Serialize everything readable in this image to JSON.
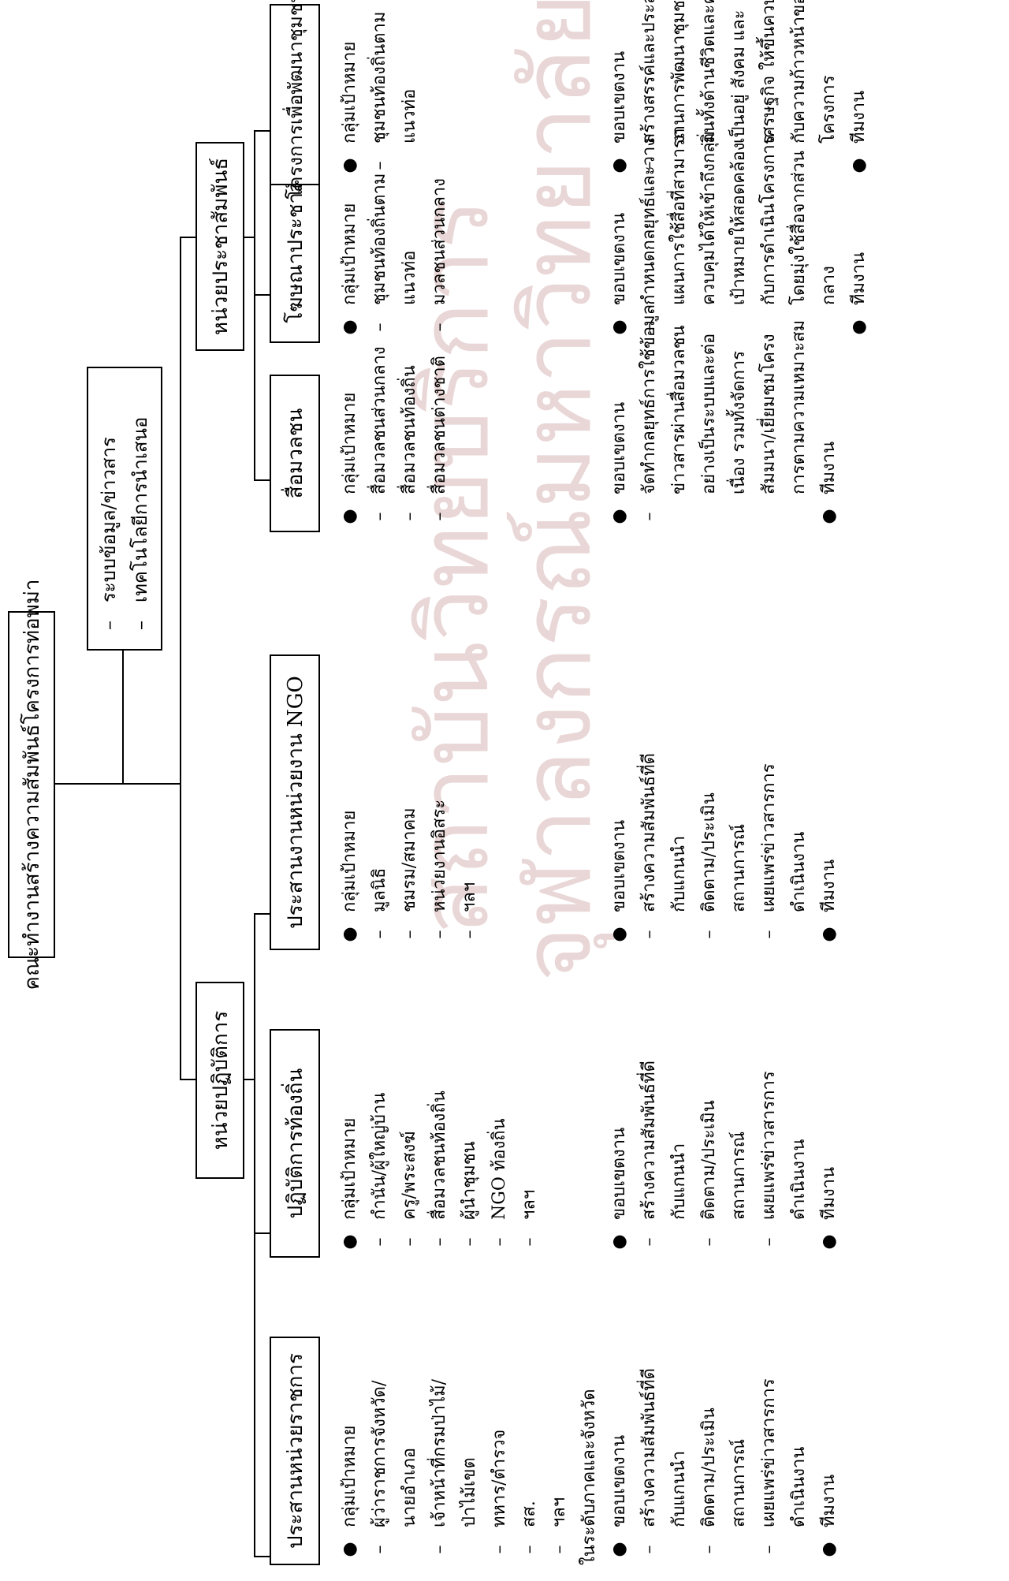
{
  "diagram": {
    "root": "คณะทำงานสร้างความสัมพันธ์โครงการท่อพม่า",
    "info_box": [
      "ระบบข้อมูล/ข่าวสาร",
      "เทคโนโลยีการนำเสนอ"
    ],
    "units": {
      "operations": "หน่วยปฏิบัติการ",
      "pr": "หน่วยประชาสัมพันธ์"
    },
    "teams": [
      {
        "title": "ประสานหน่วยราชการ",
        "target_label": "กลุ่มเป้าหมาย",
        "targets": [
          "ผู้ว่าราชการจังหวัด/",
          "นายอำเภอ",
          "เจ้าหน้าที่กรมป่าไม้/",
          "ป่าไม้เขต",
          "ทหาร/ตำรวจ",
          "สส.",
          "ฯลฯ",
          "ในระดับภาคและจังหวัด"
        ],
        "scope_label": "ขอบเขตงาน",
        "scope": [
          "สร้างความสัมพันธ์ที่ดี",
          "กับแกนนำ",
          "ติดตาม/ประเมิน",
          "สถานการณ์",
          "เผยแพร่ข่าวสารการ",
          "ดำเนินงาน"
        ],
        "team_label": "ทีมงาน"
      },
      {
        "title": "ปฏิบัติการท้องถิ่น",
        "target_label": "กลุ่มเป้าหมาย",
        "targets": [
          "กำนัน/ผู้ใหญ่บ้าน",
          "ครู/พระสงฆ์",
          "สื่อมวลชนท้องถิ่น",
          "ผู้นำชุมชน",
          "NGO ท้องถิ่น",
          "ฯลฯ"
        ],
        "scope_label": "ขอบเขตงาน",
        "scope": [
          "สร้างความสัมพันธ์ที่ดี",
          "กับแกนนำ",
          "ติดตาม/ประเมิน",
          "สถานการณ์",
          "เผยแพร่ข่าวสารการ",
          "ดำเนินงาน"
        ],
        "team_label": "ทีมงาน"
      },
      {
        "title": "ประสานงานหน่วยงาน NGO",
        "target_label": "กลุ่มเป้าหมาย",
        "targets": [
          "มูลนิธิ",
          "ชมรม/สมาคม",
          "หน่วยงานอิสระ",
          "ฯลฯ"
        ],
        "scope_label": "ขอบเขตงาน",
        "scope": [
          "สร้างความสัมพันธ์ที่ดี",
          "กับแกนนำ",
          "ติดตาม/ประเมิน",
          "สถานการณ์",
          "เผยแพร่ข่าวสารการ",
          "ดำเนินงาน"
        ],
        "team_label": "ทีมงาน"
      },
      {
        "title": "สื่อมวลชน",
        "target_label": "กลุ่มเป้าหมาย",
        "targets": [
          "สื่อมวลชนส่วนกลาง",
          "สื่อมวลชนท้องถิ่น",
          "สื่อมวลชนต่างชาติ"
        ],
        "scope_label": "ขอบเขตงาน",
        "scope": [
          "จัดทำกลยุทธ์การใช้ข้อมูล",
          "ข่าวสารผ่านสื่อมวลชน",
          "อย่างเป็นระบบและต่อ",
          "เนื่อง รวมทั้งจัดการ",
          "สัมมนา/เยี่ยมชมโครง",
          "การตามความเหมาะสม"
        ],
        "team_label": "ทีมงาน"
      },
      {
        "title": "โฆษณาประชาสัมพันธ์",
        "target_label": "กลุ่มเป้าหมาย",
        "targets": [
          "ชุมชนท้องถิ่นตาม",
          "แนวท่อ",
          "มวลชนส่วนกลาง"
        ],
        "scope_label": "ขอบเขตงาน",
        "scope": [
          "กำหนดกลยุทธ์และวาง",
          "แผนการใช้สื่อที่สามารถ",
          "ควบคุมได้ให้เข้าถึงกลุ่ม",
          "เป้าหมายให้สอดคล้อง",
          "กับการดำเนินโครงการ",
          "โดยมุ่งใช้สื่อจากส่วน",
          "กลาง"
        ],
        "team_label": "ทีมงาน"
      },
      {
        "title": "โครงการเพื่อพัฒนาชุมชน",
        "target_label": "กลุ่มเป้าหมาย",
        "targets": [
          "ชุมชนท้องถิ่นตาม",
          "แนวท่อ"
        ],
        "scope_label": "ขอบเขตงาน",
        "scope": [
          "สร้างสรรค์และประสาน",
          "งานการพัฒนาชุมชนท้อง",
          "ถิ่นทั้งด้านชีวิตและความ",
          "เป็นอยู่ สังคม และ",
          "เศรษฐกิจ ให้ขึ้นควบคู่",
          "กับความก้าวหน้าของ",
          "โครงการ"
        ],
        "team_label": "ทีมงาน"
      }
    ],
    "watermark": [
      "สถาบันวิทยบริการ",
      "จุฬาลงกรณ์มหาวิทยาลัย"
    ]
  }
}
